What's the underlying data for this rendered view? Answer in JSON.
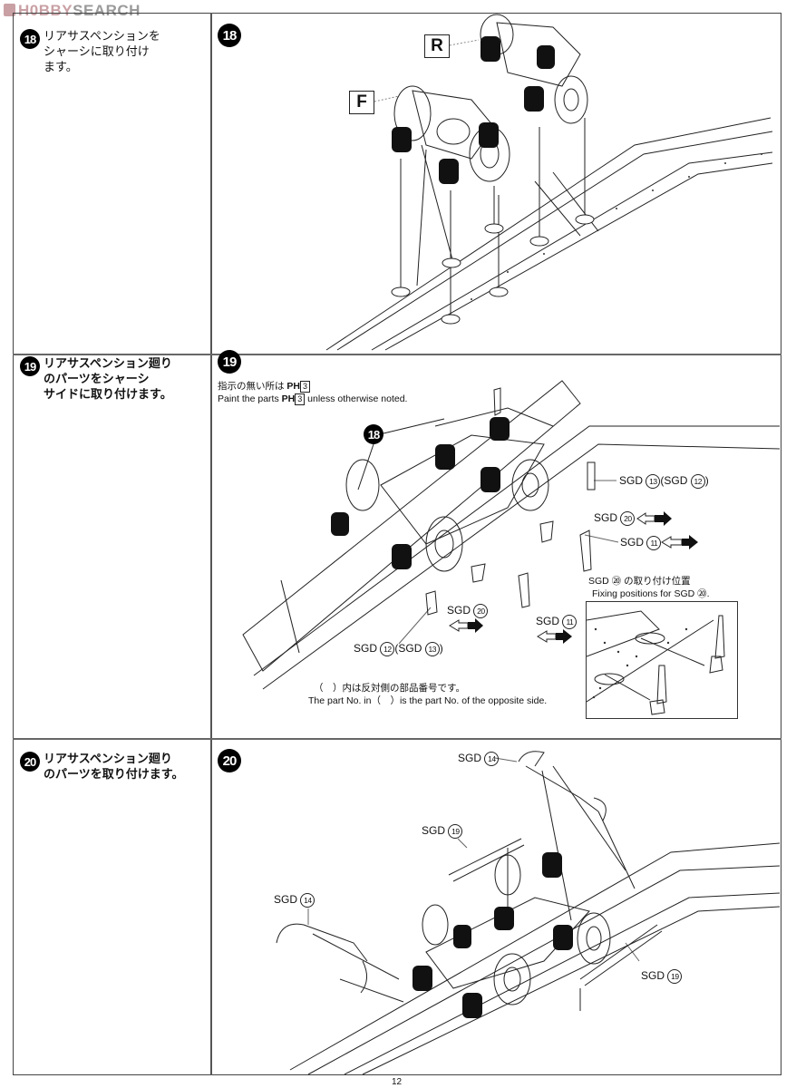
{
  "watermark": {
    "brand": "H0BBY",
    "suffix": "SEARCH",
    "icon": "hobby-search-logo-icon"
  },
  "steps": [
    {
      "number": "18",
      "instruction_ja": "リアサスペンションを\nシャーシに取り付け\nます。",
      "diagram": {
        "number": "18",
        "labels": {
          "front": "F",
          "rear": "R"
        }
      }
    },
    {
      "number": "19",
      "instruction_ja": "リアサスペンション廻り\nのパーツをシャーシ\nサイドに取り付けます。",
      "diagram": {
        "number": "19",
        "paint_note_ja_prefix": "指示の無い所は",
        "paint_note_en_prefix": "Paint the parts",
        "paint_note_en_suffix": "unless otherwise noted.",
        "paint_code_letter": "PH",
        "paint_code_number": "3",
        "sub_ref": "18",
        "callouts": [
          {
            "id": "sgd13-12",
            "text": "SGD",
            "num": "13",
            "alt_text": "SGD",
            "alt_num": "12"
          },
          {
            "id": "sgd20-right",
            "text": "SGD",
            "num": "20"
          },
          {
            "id": "sgd11-right",
            "text": "SGD",
            "num": "11"
          },
          {
            "id": "sgd12-13",
            "text": "SGD",
            "num": "12",
            "alt_text": "SGD",
            "alt_num": "13"
          },
          {
            "id": "sgd20-left",
            "text": "SGD",
            "num": "20"
          },
          {
            "id": "sgd11-left",
            "text": "SGD",
            "num": "11"
          }
        ],
        "inset_title_ja": "SGD ⑳ の取り付け位置",
        "inset_title_en": "Fixing positions for SGD ⑳.",
        "opposite_note_ja": "（　）内は反対側の部品番号です。",
        "opposite_note_en": "The part No. in（　）is the part No. of the opposite side."
      }
    },
    {
      "number": "20",
      "instruction_ja": "リアサスペンション廻り\nのパーツを取り付けます。",
      "diagram": {
        "number": "20",
        "callouts": [
          {
            "id": "sgd14-top",
            "text": "SGD",
            "num": "14"
          },
          {
            "id": "sgd19-top",
            "text": "SGD",
            "num": "19"
          },
          {
            "id": "sgd14-left",
            "text": "SGD",
            "num": "14"
          },
          {
            "id": "sgd19-right",
            "text": "SGD",
            "num": "19"
          }
        ]
      }
    }
  ],
  "page_number": "12"
}
